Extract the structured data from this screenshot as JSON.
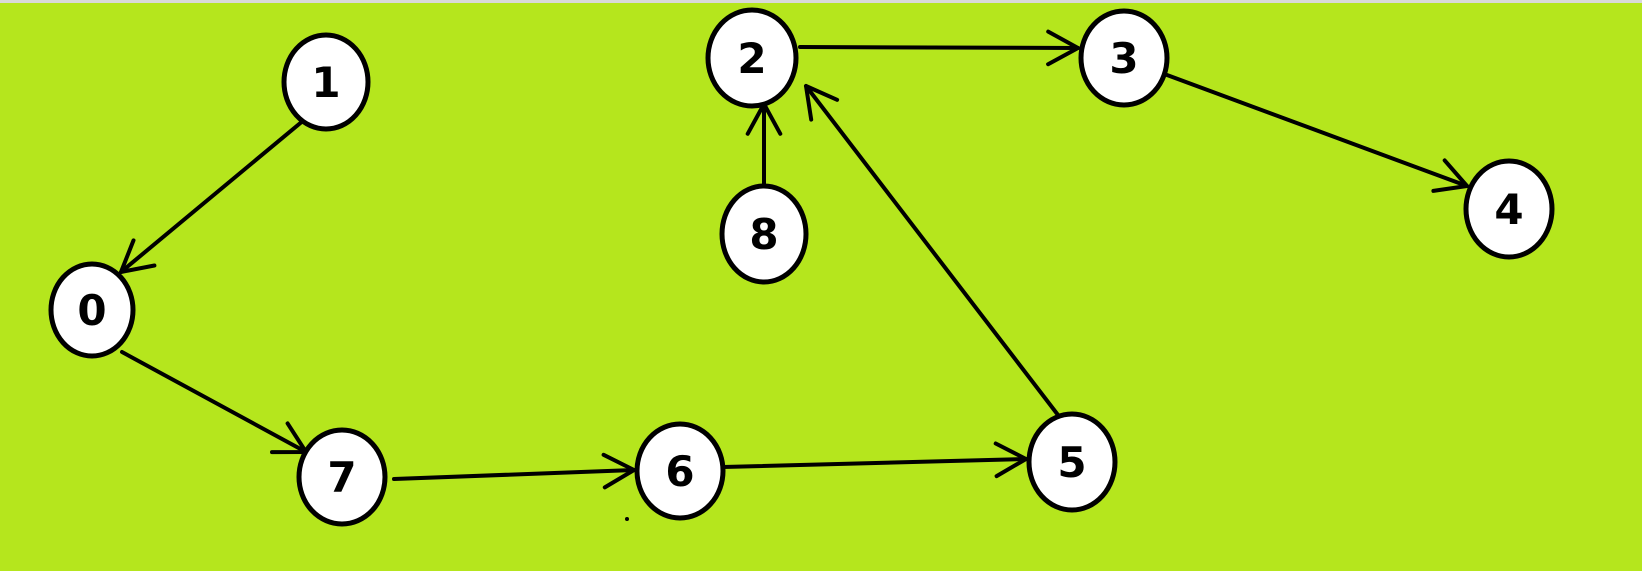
{
  "graph": {
    "background_color": "#b5e61d",
    "node_fill": "#ffffff",
    "stroke_color": "#000000",
    "nodes": [
      {
        "id": "0",
        "label": "0"
      },
      {
        "id": "1",
        "label": "1"
      },
      {
        "id": "2",
        "label": "2"
      },
      {
        "id": "3",
        "label": "3"
      },
      {
        "id": "4",
        "label": "4"
      },
      {
        "id": "5",
        "label": "5"
      },
      {
        "id": "6",
        "label": "6"
      },
      {
        "id": "7",
        "label": "7"
      },
      {
        "id": "8",
        "label": "8"
      }
    ],
    "edges": [
      {
        "from": "1",
        "to": "0"
      },
      {
        "from": "0",
        "to": "7"
      },
      {
        "from": "7",
        "to": "6"
      },
      {
        "from": "6",
        "to": "5"
      },
      {
        "from": "5",
        "to": "2"
      },
      {
        "from": "8",
        "to": "2"
      },
      {
        "from": "2",
        "to": "3"
      },
      {
        "from": "3",
        "to": "4"
      }
    ]
  }
}
